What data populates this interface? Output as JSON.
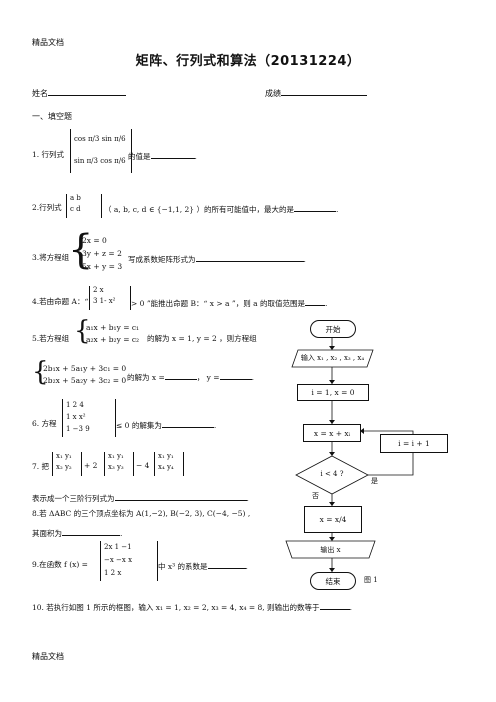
{
  "header_left": "精品文档",
  "footer_left": "精品文档",
  "title": "矩阵、行列式和算法（20131224）",
  "name_label": "姓名",
  "score_label": "成绩",
  "section1": "一、填空题",
  "q1": {
    "prefix": "1. 行列式",
    "r1": "cos π/3   sin π/6",
    "r2": "sin π/3   cos π/6",
    "suffix": "的值是"
  },
  "q2": {
    "prefix": "2.行列式",
    "r1": "a   b",
    "r2": "c   d",
    "cond": "（ a, b, c, d ∈ {−1,1, 2} ）的所有可能值中，最大的是"
  },
  "q3": {
    "prefix": "3.将方程组",
    "e1": "2x = 0",
    "e2": "3y + z = 2",
    "e3": "5x + y = 3",
    "suffix": "写成系数矩阵形式为"
  },
  "q4": {
    "text1": "4.若由命题 A：“",
    "r1": "2    x",
    "r2": "3   1-  x²",
    "text2": "> 0 ”能推出命题 B：“ x > a ”，则 a 的取值范围是"
  },
  "q5": {
    "prefix": "5.若方程组",
    "e1": "a₁x + b₁y = c₁",
    "e2": "a₂x + b₂y = c₂",
    "mid": "的解为 x = 1, y = 2 ，则方程组",
    "f1": "2b₁x + 5a₁y + 3c₁ = 0",
    "f2": "2b₂x + 5a₂y + 3c₂ = 0",
    "sol": "的解为 x =",
    "y": "，  y ="
  },
  "q6": {
    "prefix": "6. 方程",
    "r1": "1    2    4",
    "r2": "1    x    x²",
    "r3": "1   −3    9",
    "suffix": "≤ 0 的解集为"
  },
  "q7": {
    "prefix": "7. 把",
    "d1r1": "x₁  y₁",
    "d1r2": "x₂  y₂",
    "op1": "+ 2",
    "d2r1": "x₁  y₁",
    "d2r2": "x₃  y₃",
    "op2": "− 4",
    "d3r1": "x₁  y₁",
    "d3r2": "x₄  y₄",
    "line2": "表示成一个三阶行列式为"
  },
  "q8": {
    "line1": "8.若 ΔABC 的三个顶点坐标为 A(1,−2), B(−2, 3), C(−4, −5) ,",
    "line2": "其面积为"
  },
  "q9": {
    "prefix": "9.在函数  f (x) =",
    "r1": "2x    1    −1",
    "r2": "−x   −x     x",
    "r3": "1     2     x",
    "suffix": "中 x³ 的系数是"
  },
  "q10": {
    "text": "10. 若执行如图 1 所示的框图，输入 x₁ = 1, x₂ = 2, x₃ = 4, x₄ = 8, 则输出的数等于"
  },
  "flow": {
    "start": "开始",
    "input": "输入 x₁ , x₂ , x₃ , x₄",
    "init": "i = 1, x = 0",
    "update": "x = x + xᵢ",
    "inc": "i = i + 1",
    "cond": "i < 4 ?",
    "yes": "是",
    "no": "否",
    "calc": "x = x/4",
    "output": "输出 x",
    "end": "结束",
    "fig": "图 1"
  }
}
